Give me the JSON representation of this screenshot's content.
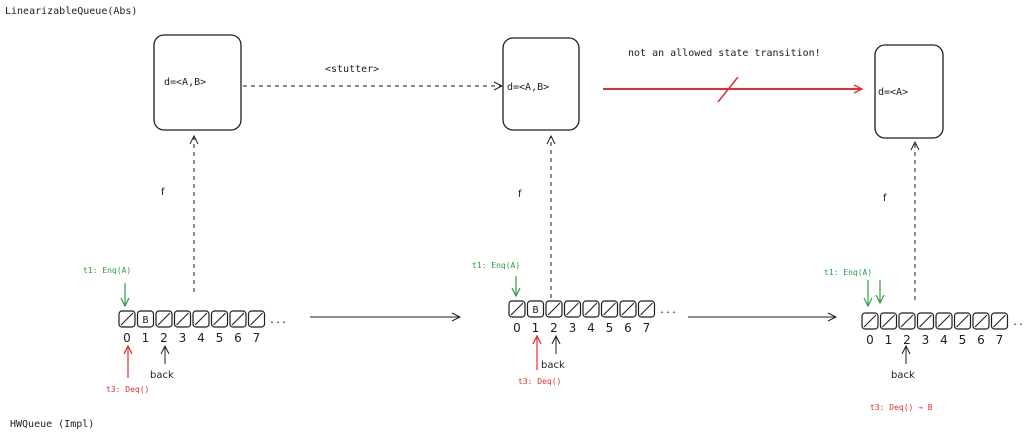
{
  "titles": {
    "abs": "LinearizableQueue(Abs)",
    "impl": "HWQueue (Impl)"
  },
  "states": [
    {
      "label": "d=<A,B>"
    },
    {
      "label": "d=<A,B>"
    },
    {
      "label": "d=<A>"
    }
  ],
  "transitions": {
    "stutter": "<stutter>",
    "disallowed": "not an allowed state transition!"
  },
  "mapping_label": "f",
  "arrays": [
    {
      "cells": [
        "",
        "B",
        "",
        "",
        "",
        "",
        "",
        ""
      ],
      "indices": [
        "0",
        "1",
        "2",
        "3",
        "4",
        "5",
        "6",
        "7"
      ],
      "ellipsis": "...",
      "t1": "t1: Enq(A)",
      "t3": "t3: Deq()",
      "back": "back"
    },
    {
      "cells": [
        "",
        "B",
        "",
        "",
        "",
        "",
        "",
        ""
      ],
      "indices": [
        "0",
        "1",
        "2",
        "3",
        "4",
        "5",
        "6",
        "7"
      ],
      "ellipsis": "...",
      "t1": "t1: Enq(A)",
      "t3": "t3: Deq()",
      "back": "back"
    },
    {
      "cells": [
        "",
        "",
        "",
        "",
        "",
        "",
        "",
        ""
      ],
      "indices": [
        "0",
        "1",
        "2",
        "3",
        "4",
        "5",
        "6",
        "7"
      ],
      "ellipsis": "...",
      "t1": "t1: Enq(A)",
      "t3": "t3: Deq() → B",
      "back": "back"
    }
  ],
  "colors": {
    "ink": "#1e1e1e",
    "green": "#2f9e44",
    "red": "#e03131"
  }
}
